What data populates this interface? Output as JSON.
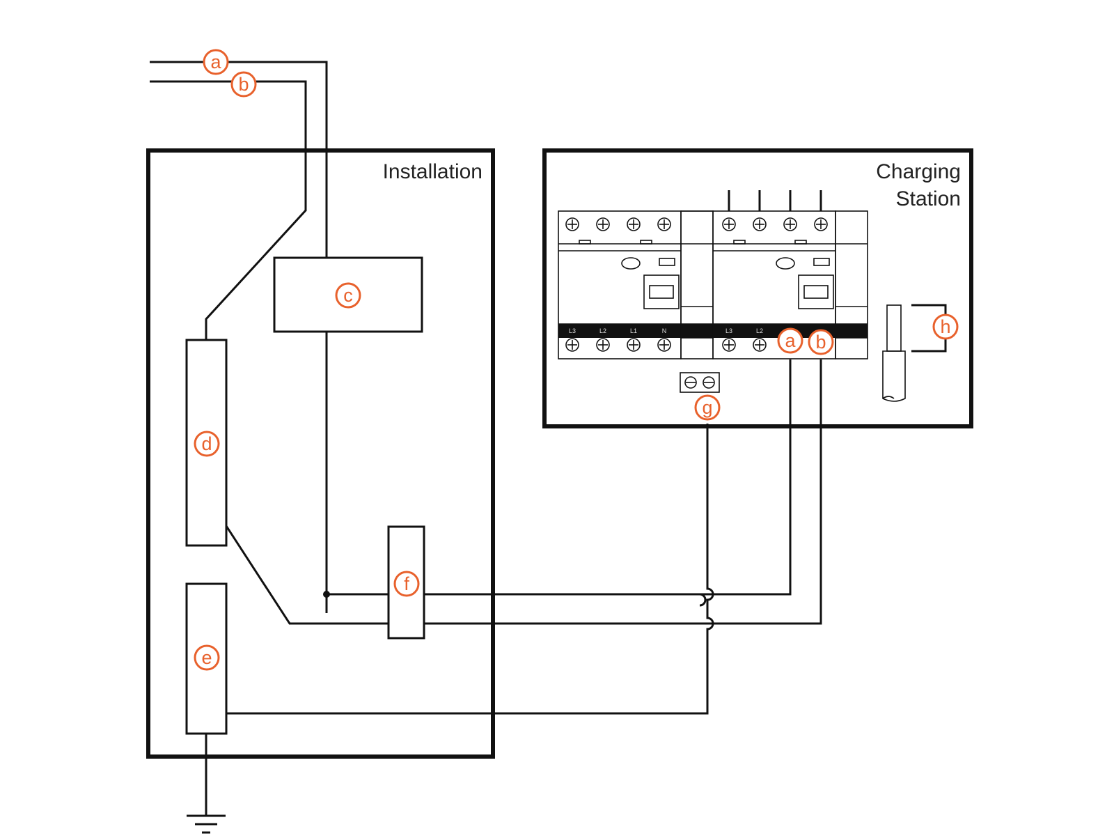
{
  "labels": {
    "installation": "Installation",
    "charging_station_line1": "Charging",
    "charging_station_line2": "Station"
  },
  "callouts": {
    "a_top": "a",
    "b_top": "b",
    "c": "c",
    "d": "d",
    "e": "e",
    "f": "f",
    "g": "g",
    "h": "h",
    "a_station": "a",
    "b_station": "b"
  },
  "terminals": {
    "left_device": [
      "L3",
      "L2",
      "L1",
      "N"
    ],
    "right_device": [
      "L3",
      "L2"
    ]
  },
  "colors": {
    "callout": "#e8612c",
    "line": "#111111"
  }
}
